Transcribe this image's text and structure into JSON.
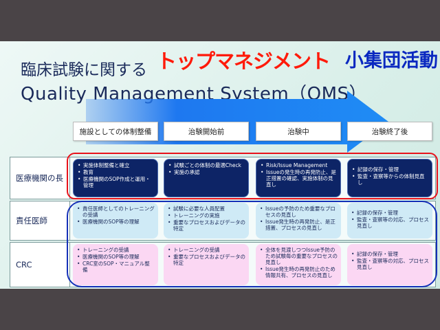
{
  "title": {
    "line1": "臨床試験に関する",
    "line2": "Quality Management System（QMS）"
  },
  "phases": [
    "施設としての体制整備",
    "治験開始前",
    "治験中",
    "治験終了後"
  ],
  "rows": [
    {
      "label": "医療機関の長",
      "cells": [
        [
          "実施体制整備と確立",
          "教育",
          "医療機関のSOP作成と運用・管理"
        ],
        [
          "試験ごとの体制の最適Check",
          "実施の承認"
        ],
        [
          "Risk/Issue Management",
          "Issueの発生時の再発防止、是正措置の確認、実施体制の見直し"
        ],
        [
          "記録の保存・管理",
          "監査・査察等からの体制見直し"
        ]
      ]
    },
    {
      "label": "責任医師",
      "cells": [
        [
          "責任医師としてのトレーニングの受講",
          "医療機関のSOP等の理解"
        ],
        [
          "試験に必要な人員配置",
          "トレーニングの実施",
          "重要なプロセスおよびデータの特定"
        ],
        [
          "Issueの予防のため重要なプロセスの見直し",
          "Issue発生時の再発防止、是正措置、プロセスの見直し"
        ],
        [
          "記録の保存・管理",
          "監査・査察等の対応、プロセス見直し"
        ]
      ]
    },
    {
      "label": "CRC",
      "cells": [
        [
          "トレーニングの受講",
          "医療機関のSOP等の理解",
          "CRC室のSOP・マニュアル整備"
        ],
        [
          "トレーニングの受講",
          "重要なプロセスおよびデータの特定"
        ],
        [
          "全体を見渡しつつIssue予防のため試験毎の重要なプロセスの見直し",
          "Issue発生時の再発防止のため情報共有、プロセスの見直し"
        ],
        [
          "記録の保存・管理",
          "監査・査察等の対応、プロセス見直し"
        ]
      ]
    }
  ],
  "overlays": {
    "top": "トップマネジメント",
    "small_group": "小集団活動"
  },
  "colors": {
    "navy": "#0d2466",
    "red": "#e8111a",
    "blue": "#1430b8"
  }
}
